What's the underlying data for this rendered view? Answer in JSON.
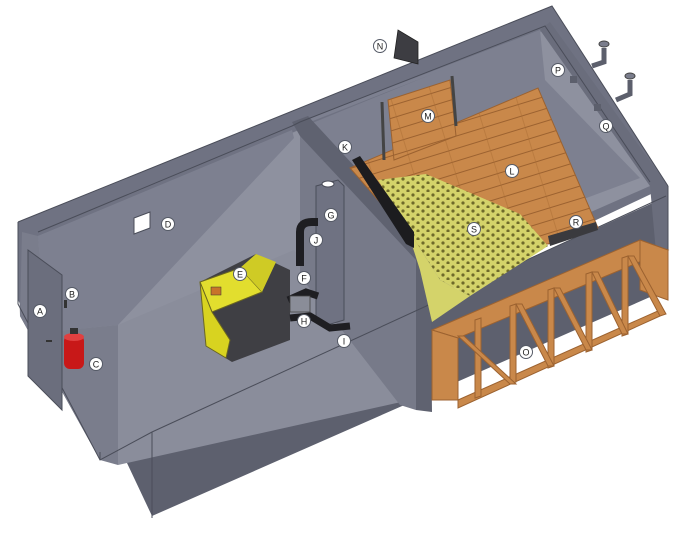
{
  "callouts": [
    {
      "key": "A",
      "label": "A"
    },
    {
      "key": "B",
      "label": "B"
    },
    {
      "key": "C",
      "label": "C"
    },
    {
      "key": "D",
      "label": "D"
    },
    {
      "key": "E",
      "label": "E"
    },
    {
      "key": "F",
      "label": "F"
    },
    {
      "key": "G",
      "label": "G"
    },
    {
      "key": "H",
      "label": "H"
    },
    {
      "key": "I",
      "label": "I"
    },
    {
      "key": "J",
      "label": "J"
    },
    {
      "key": "K",
      "label": "K"
    },
    {
      "key": "L",
      "label": "L"
    },
    {
      "key": "M",
      "label": "M"
    },
    {
      "key": "N",
      "label": "N"
    },
    {
      "key": "O",
      "label": "O"
    },
    {
      "key": "P",
      "label": "P"
    },
    {
      "key": "Q",
      "label": "Q"
    },
    {
      "key": "R",
      "label": "R"
    },
    {
      "key": "S",
      "label": "S"
    }
  ],
  "colors": {
    "wall_top": "#6f7282",
    "wall_inner": "#7d8090",
    "wall_outer": "#5d606e",
    "floor": "#8e919f",
    "wood": "#c9884a",
    "wood_dark": "#9c6230",
    "pellets": "#d4d36a",
    "boiler": "#e2de2e",
    "boiler_body": "#3f3f44",
    "extinguisher": "#c81818"
  }
}
